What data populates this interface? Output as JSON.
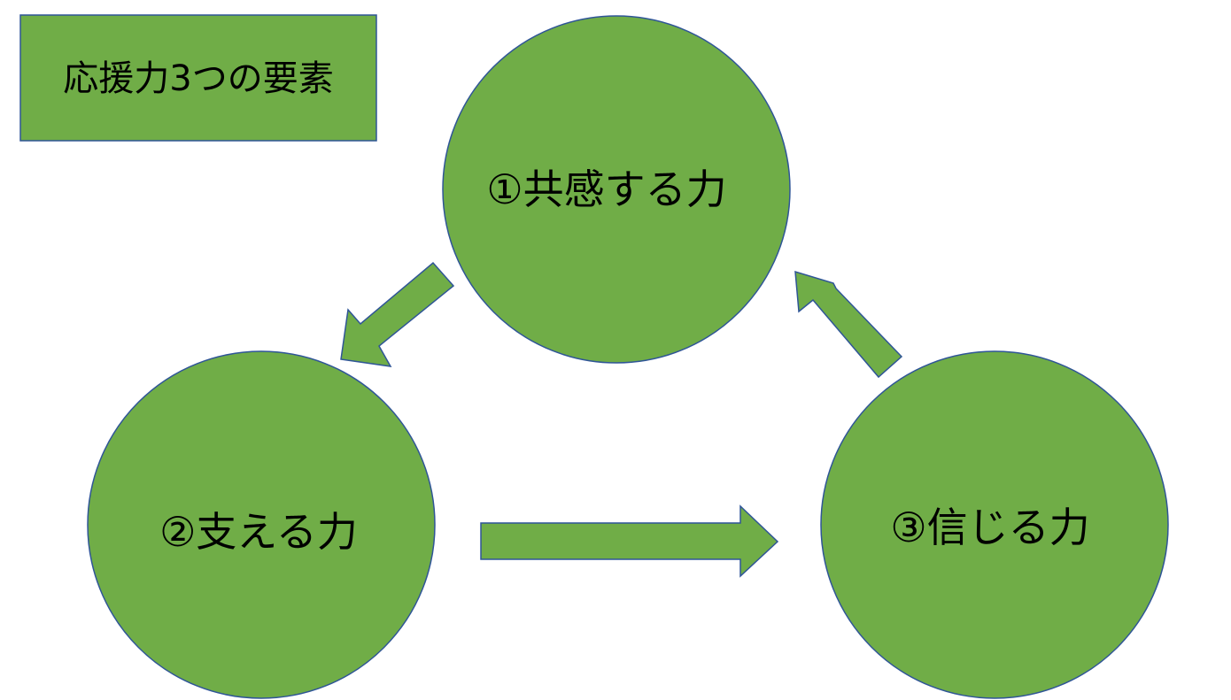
{
  "title": "応援力3つの要素",
  "nodes": [
    {
      "id": "1",
      "label": "①共感する力"
    },
    {
      "id": "2",
      "label": "②支える力"
    },
    {
      "id": "3",
      "label": "③信じる力"
    }
  ],
  "flow": [
    {
      "from": "1",
      "to": "2"
    },
    {
      "from": "2",
      "to": "3"
    },
    {
      "from": "3",
      "to": "1"
    }
  ],
  "colors": {
    "fill": "#70AD47",
    "outline": "#2F5597",
    "text": "#000000"
  }
}
